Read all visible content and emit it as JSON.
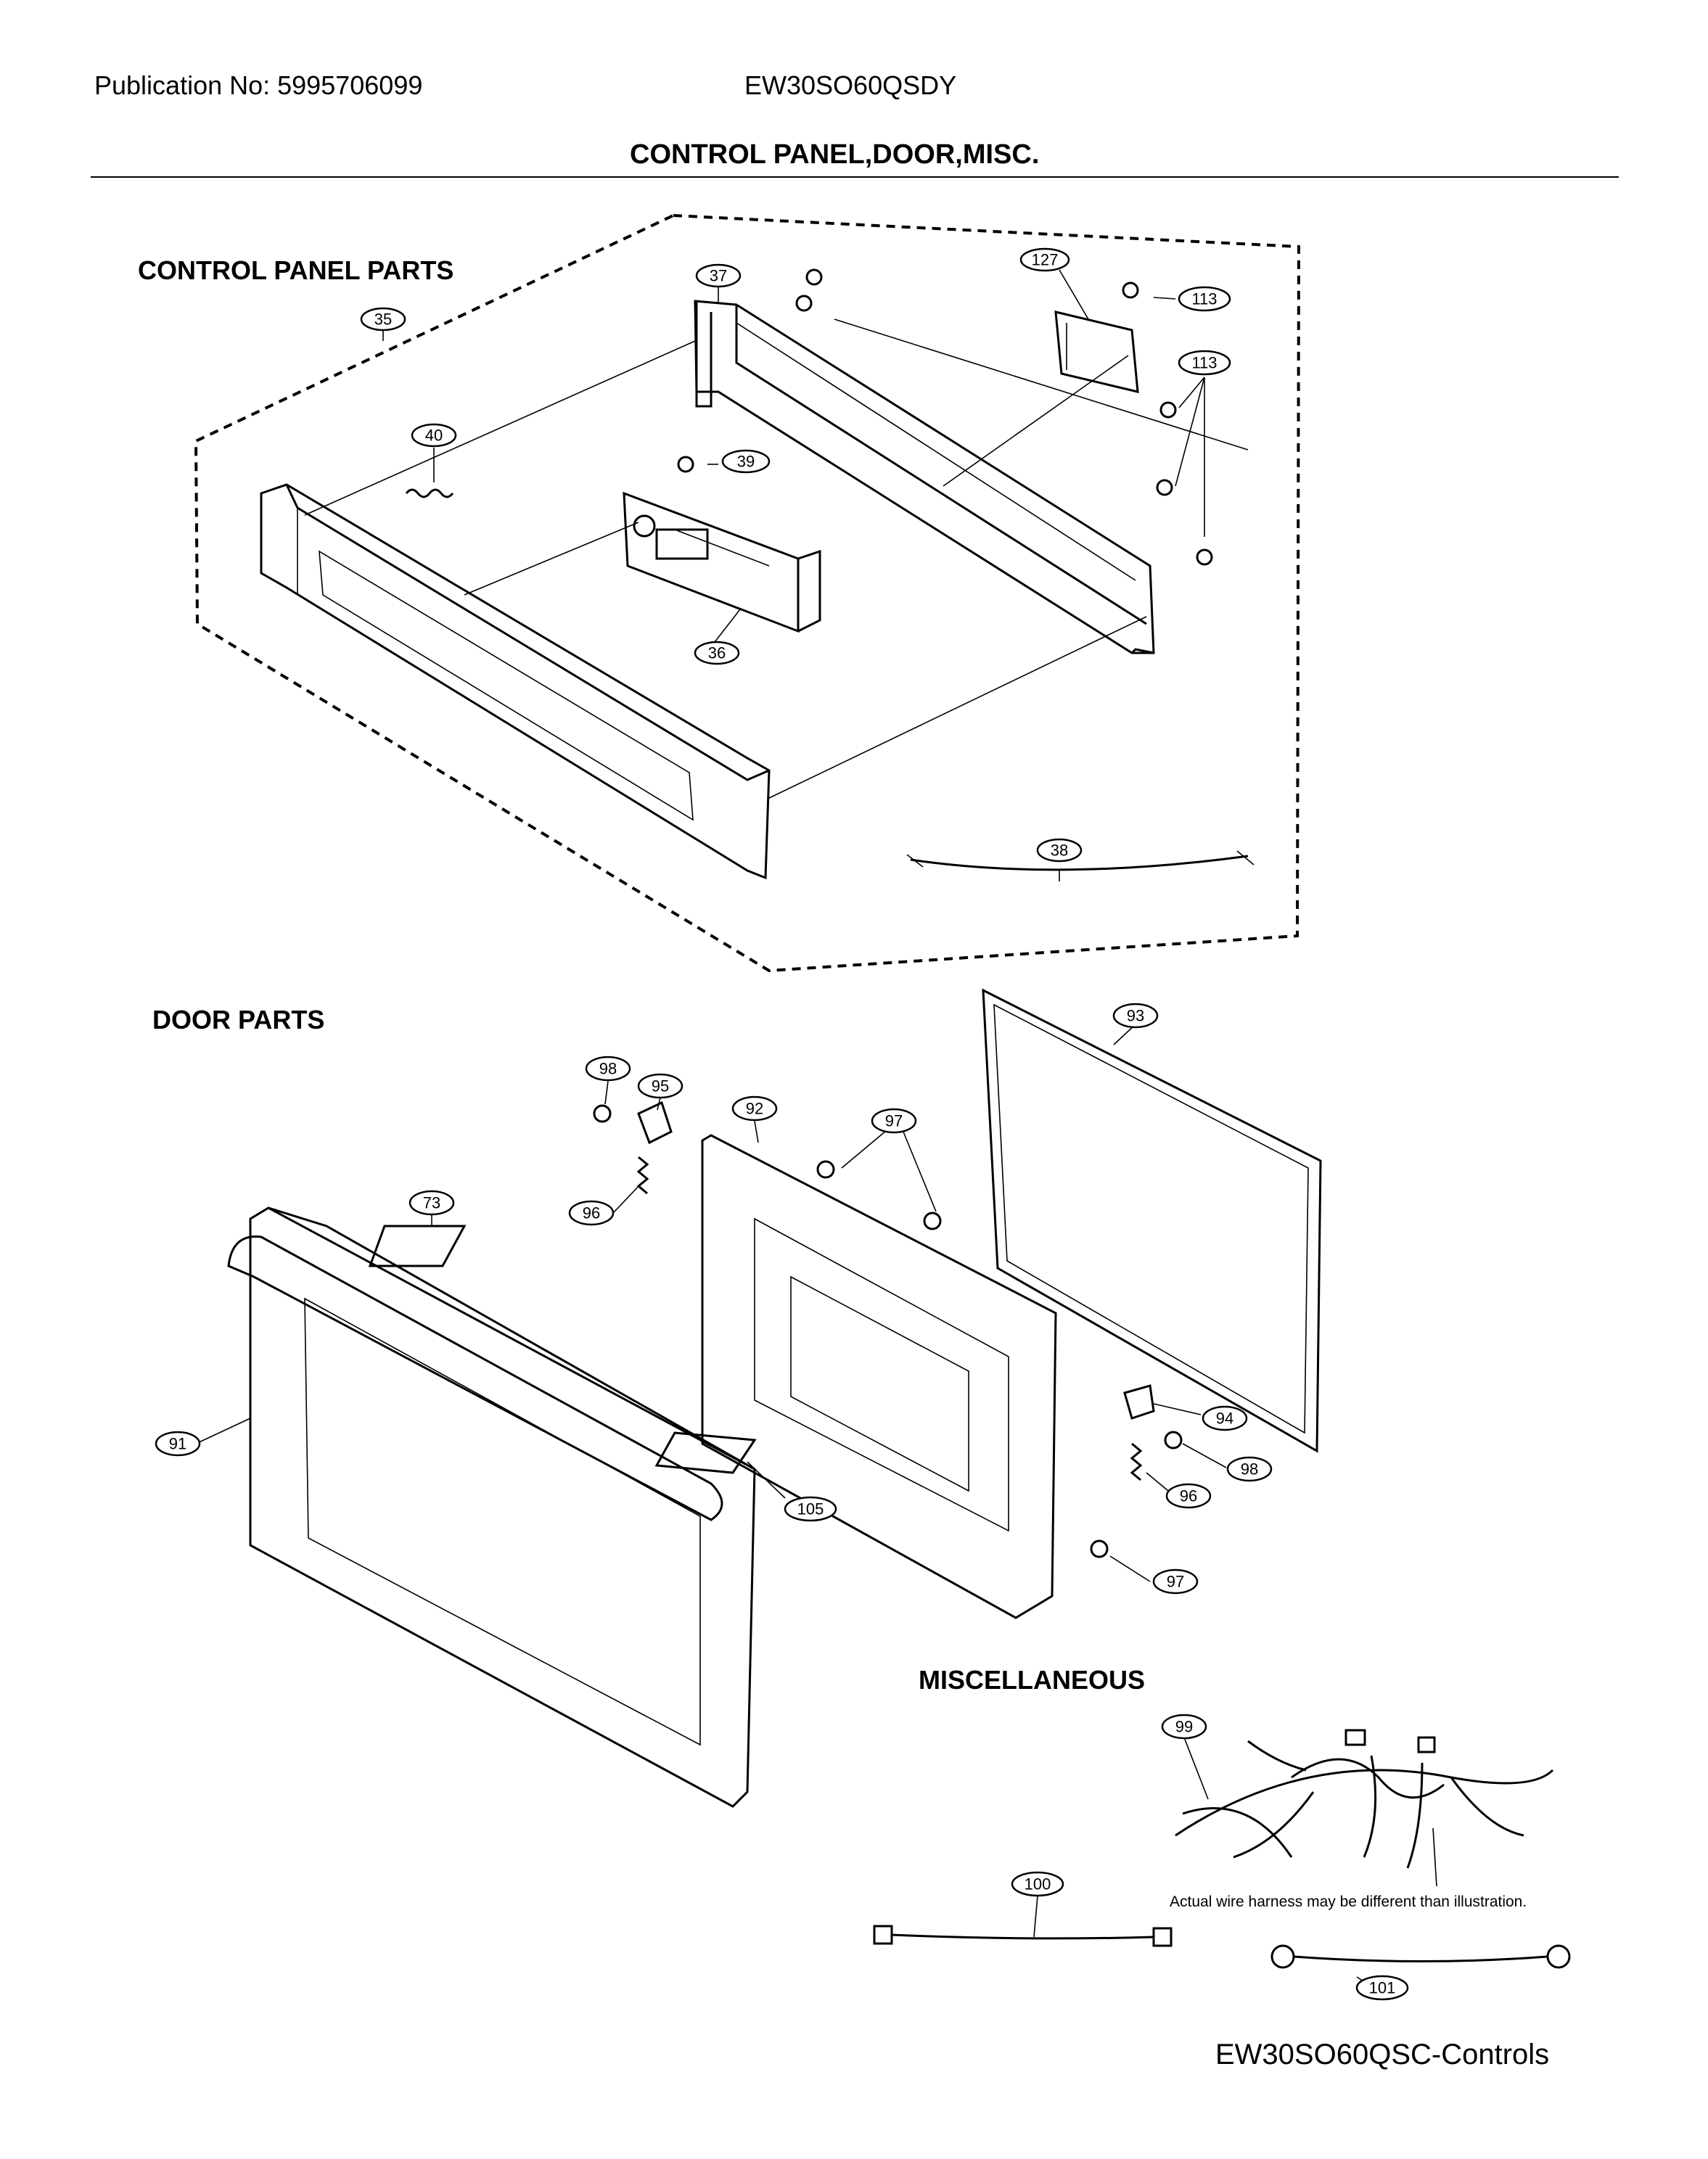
{
  "header": {
    "publication": "Publication No: 5995706099",
    "model": "EW30SO60QSDY",
    "title": "CONTROL PANEL,DOOR,MISC."
  },
  "sections": {
    "control_panel": "CONTROL PANEL PARTS",
    "door": "DOOR PARTS",
    "misc": "MISCELLANEOUS"
  },
  "callouts": {
    "c35": "35",
    "c37": "37",
    "c127": "127",
    "c113a": "113",
    "c113b": "113",
    "c40": "40",
    "c39": "39",
    "c36": "36",
    "c38": "38",
    "c93": "93",
    "c98a": "98",
    "c95": "95",
    "c92": "92",
    "c97a": "97",
    "c73": "73",
    "c96a": "96",
    "c91": "91",
    "c94": "94",
    "c98b": "98",
    "c96b": "96",
    "c105": "105",
    "c97b": "97",
    "c99": "99",
    "c100": "100",
    "c101": "101"
  },
  "harness_note": "Actual wire harness may be different than illustration.",
  "footer": "EW30SO60QSC-Controls"
}
